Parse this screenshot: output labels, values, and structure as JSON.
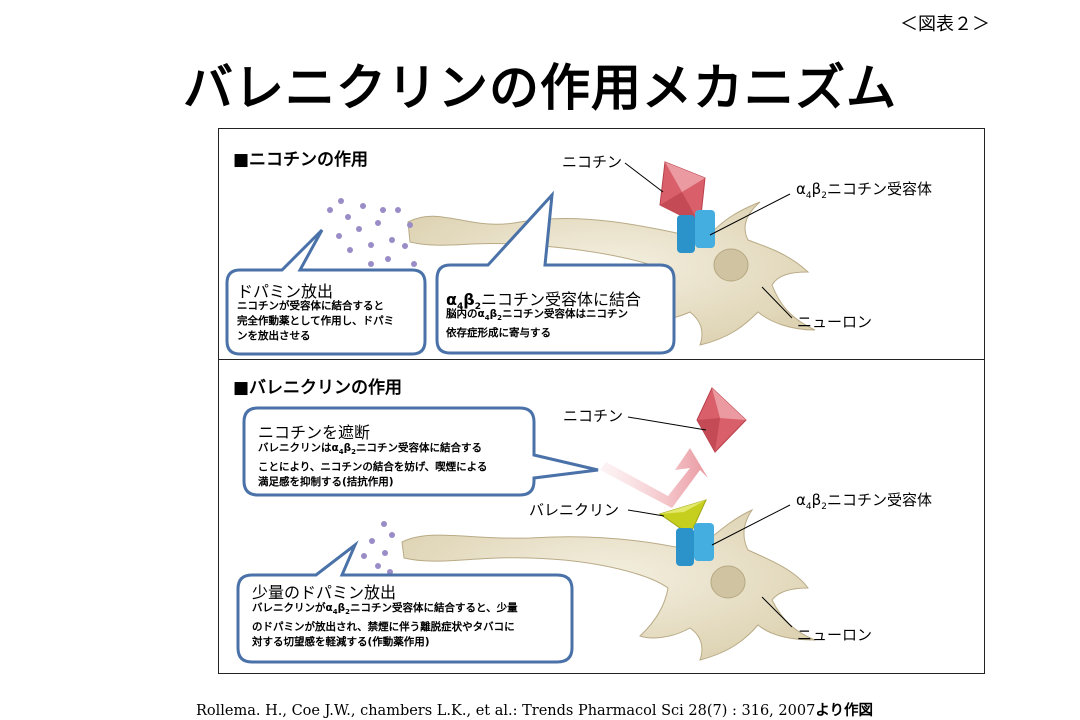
{
  "figure_label": "＜図表２＞",
  "title": "バレニクリンの作用メカニズム",
  "section_nicotine": {
    "heading": "■ニコチンの作用",
    "label_nicotine": "ニコチン",
    "label_receptor_prefix": "α",
    "label_receptor_sub1": "4",
    "label_receptor_mid": "β",
    "label_receptor_sub2": "2",
    "label_receptor_suffix": "ニコチン受容体",
    "label_neuron": "ニューロン",
    "callout_dopamine": {
      "heading": "ドパミン放出",
      "lines": [
        "ニコチンが受容体に結合すると",
        "完全作動薬として作用し、ドパミ",
        "ンを放出させる"
      ]
    },
    "callout_binding": {
      "heading_prefix": "α",
      "heading_sub1": "4",
      "heading_mid": "β",
      "heading_sub2": "2",
      "heading_suffix": "ニコチン受容体に結合",
      "line1_prefix": "脳内のα",
      "line1_sub1": "4",
      "line1_mid": "β",
      "line1_sub2": "2",
      "line1_suffix": "ニコチン受容体はニコチン",
      "line2": "依存症形成に寄与する"
    }
  },
  "section_varenicline": {
    "heading": "■バレニクリンの作用",
    "label_nicotine": "ニコチン",
    "label_varenicline": "バレニクリン",
    "label_receptor_prefix": "α",
    "label_receptor_sub1": "4",
    "label_receptor_mid": "β",
    "label_receptor_sub2": "2",
    "label_receptor_suffix": "ニコチン受容体",
    "label_neuron": "ニューロン",
    "callout_block": {
      "heading": "ニコチンを遮断",
      "line1_prefix": "バレニクリンはα",
      "line1_sub1": "4",
      "line1_mid": "β",
      "line1_sub2": "2",
      "line1_suffix": "ニコチン受容体に結合する",
      "line2": "ことにより、ニコチンの結合を妨げ、喫煙による",
      "line3": "満足感を抑制する(拮抗作用)"
    },
    "callout_small_dopamine": {
      "heading": "少量のドパミン放出",
      "line1_prefix": "バレニクリンがα",
      "line1_sub1": "4",
      "line1_mid": "β",
      "line1_sub2": "2",
      "line1_suffix": "ニコチン受容体に結合すると、少量",
      "line2": "のドパミンが放出され、禁煙に伴う離脱症状やタバコに",
      "line3": "対する切望感を軽減する(作動薬作用)"
    }
  },
  "citation": {
    "text": "Rollema. H., Coe J.W., chambers L.K., et al.: Trends Pharmacol Sci 28(7) : 316, 2007",
    "suffix": "より作図"
  },
  "colors": {
    "callout_border": "#4a72a8",
    "neuron_fill": "#e9e1c9",
    "nicotine": "#d9606a",
    "varenicline": "#c7cf1e",
    "receptor": "#2b93c9",
    "dopamine_dot": "#9a8cc6"
  }
}
